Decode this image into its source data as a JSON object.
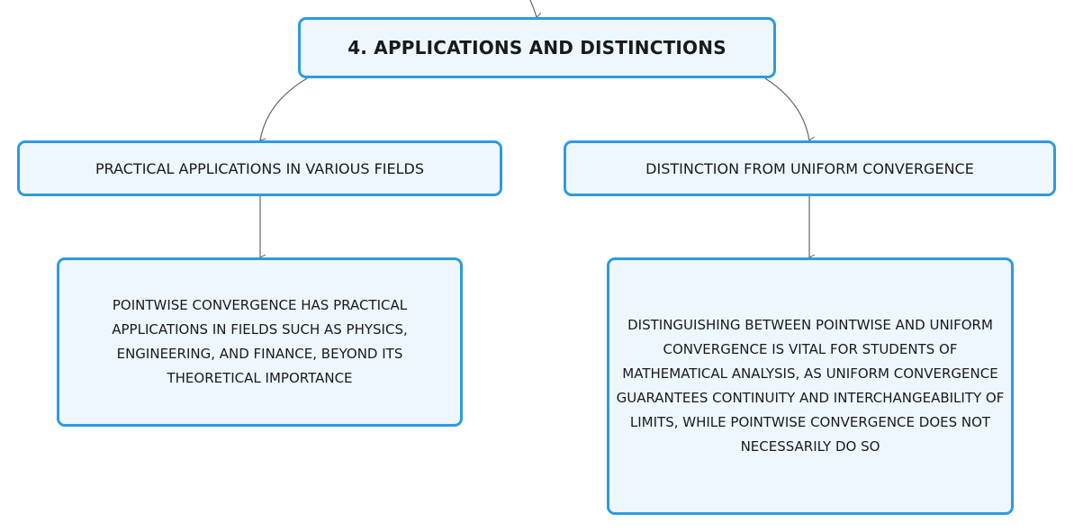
{
  "mindmap": {
    "root": {
      "label": "4. APPLICATIONS AND DISTINCTIONS"
    },
    "branches": [
      {
        "label": "PRACTICAL APPLICATIONS IN VARIOUS FIELDS",
        "detail": "POINTWISE CONVERGENCE HAS PRACTICAL APPLICATIONS IN FIELDS SUCH AS PHYSICS, ENGINEERING, AND FINANCE, BEYOND ITS THEORETICAL IMPORTANCE"
      },
      {
        "label": "DISTINCTION FROM UNIFORM CONVERGENCE",
        "detail": "DISTINGUISHING BETWEEN POINTWISE AND UNIFORM CONVERGENCE IS VITAL FOR STUDENTS OF MATHEMATICAL ANALYSIS, AS UNIFORM CONVERGENCE GUARANTEES CONTINUITY AND INTERCHANGEABILITY OF LIMITS, WHILE POINTWISE CONVERGENCE DOES NOT NECESSARILY DO SO"
      }
    ]
  },
  "colors": {
    "node_border": "#2d9be0",
    "node_fill": "#eef7fd",
    "connector": "#666666",
    "text": "#1a1a1a"
  }
}
